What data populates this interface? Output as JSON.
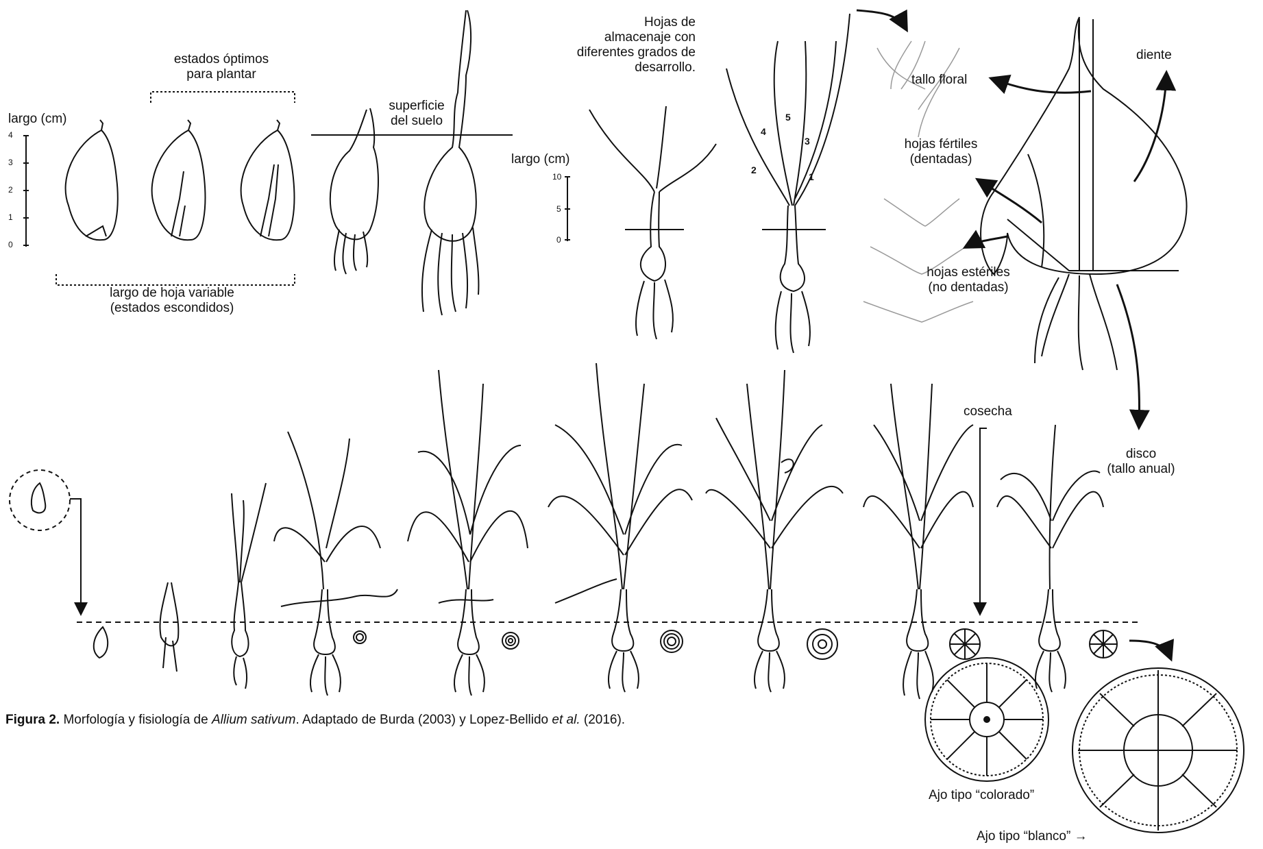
{
  "labels": {
    "optimal_states": "estados óptimos\npara plantar",
    "length_cm": "largo (cm)",
    "variable_leaf": "largo de hoja variable\n(estados escondidos)",
    "soil_surface": "superficie\ndel suelo",
    "storage_leaves": "Hojas de\nalmacenaje con\ndiferentes grados de\ndesarrollo.",
    "length_cm_2": "largo (cm)",
    "floral_stem": "tallo floral",
    "fertile_leaves": "hojas fértiles\n(dentadas)",
    "sterile_leaves": "hojas estériles\n(no dentadas)",
    "tooth": "diente",
    "disc": "disco\n(tallo anual)",
    "harvest": "cosecha",
    "garlic_red": "Ajo tipo “colorado”",
    "garlic_white": "Ajo tipo “blanco” →"
  },
  "axis1_ticks": [
    "4",
    "3",
    "2",
    "1",
    "0"
  ],
  "axis2_ticks": [
    "10",
    "5",
    "0"
  ],
  "leaf_numbers": [
    "1",
    "2",
    "3",
    "4",
    "5"
  ],
  "caption": {
    "prefix": "Figura 2.",
    "text1": " Morfología y fisiología de ",
    "species": "Allium sativum",
    "text2": ". Adaptado de Burda (2003) y  Lopez-Bellido ",
    "etal": "et al.",
    "text3": " (2016)."
  }
}
